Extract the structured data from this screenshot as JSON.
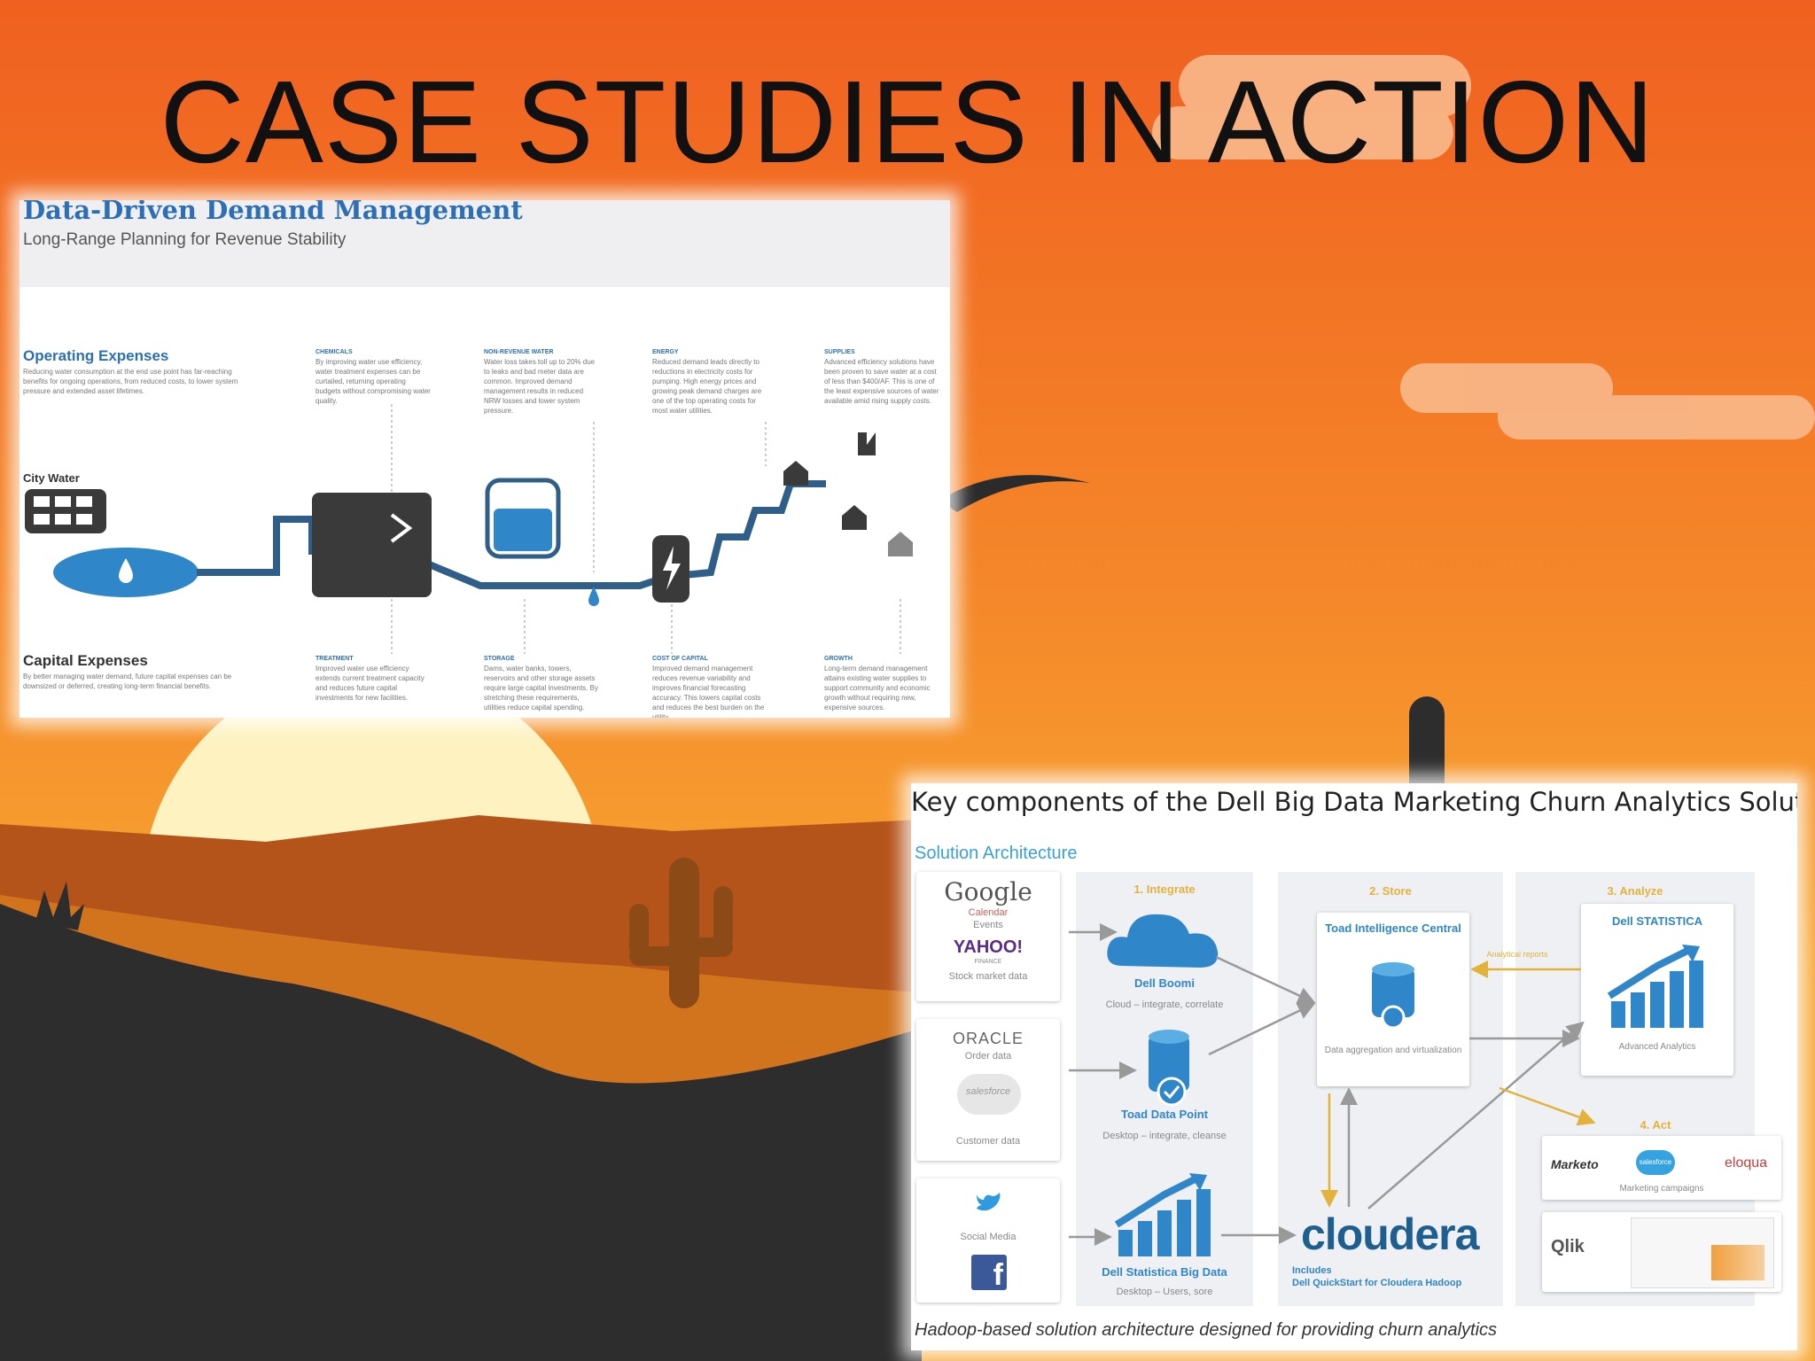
{
  "slide": {
    "title": "CASE STUDIES IN ACTION",
    "colors": {
      "sky_top": "#f0601f",
      "sky_mid": "#f5922a",
      "ground": "#2b2b2b",
      "hills": "#b85a17",
      "accent_blue": "#2f86c8"
    }
  },
  "panel1": {
    "title": "Data-Driven Demand Management",
    "subtitle": "Long-Range Planning for Revenue Stability",
    "operating_expenses": {
      "heading": "Operating Expenses",
      "text": "Reducing water consumption at the end use point has far-reaching benefits for ongoing operations, from reduced costs, to lower system pressure and extended asset lifetimes."
    },
    "capital_expenses": {
      "heading": "Capital Expenses",
      "text": "By better managing water demand, future capital expenses can be downsized or deferred, creating long-term financial benefits."
    },
    "city_water": "City Water",
    "top_notes": [
      {
        "head": "CHEMICALS",
        "text": "By improving water use efficiency, water treatment expenses can be curtailed, returning operating budgets without compromising water quality."
      },
      {
        "head": "NON-REVENUE WATER",
        "text": "Water loss takes toll up to 20% due to leaks and bad meter data are common. Improved demand management results in reduced NRW losses and lower system pressure."
      },
      {
        "head": "ENERGY",
        "text": "Reduced demand leads directly to reductions in electricity costs for pumping. High energy prices and growing peak demand charges are one of the top operating costs for most water utilities."
      },
      {
        "head": "SUPPLIES",
        "text": "Advanced efficiency solutions have been proven to save water at a cost of less than $400/AF. This is one of the least expensive sources of water available amid rising supply costs."
      }
    ],
    "bottom_notes": [
      {
        "head": "TREATMENT",
        "text": "Improved water use efficiency extends current treatment capacity and reduces future capital investments for new facilities."
      },
      {
        "head": "STORAGE",
        "text": "Dams, water banks, towers, reservoirs and other storage assets require large capital investments. By stretching these requirements, utilities reduce capital spending."
      },
      {
        "head": "COST OF CAPITAL",
        "text": "Improved demand management reduces revenue variability and improves financial forecasting accuracy. This lowers capital costs and reduces the best burden on the utility."
      },
      {
        "head": "GROWTH",
        "text": "Long-term demand management attains existing water supplies to support community and economic growth without requiring new, expensive sources."
      }
    ],
    "icons": [
      "water-drop-icon",
      "share-icon",
      "tank-icon",
      "lightning-icon",
      "house-icon",
      "factory-icon"
    ]
  },
  "panel2": {
    "title": "Key components of the Dell Big Data Marketing Churn Analytics Solution",
    "subtitle": "Solution Architecture",
    "stages": [
      "1. Integrate",
      "2. Store",
      "3. Analyze",
      "4. Act"
    ],
    "sources": [
      {
        "name": "Google",
        "sub1": "Calendar",
        "sub2": "Events"
      },
      {
        "name": "YAHOO!",
        "sub1": "FINANCE",
        "sub2": "Stock market data"
      },
      {
        "name": "ORACLE",
        "sub2": "Order data"
      },
      {
        "name": "salesforce",
        "sub2": "Customer data"
      },
      {
        "name": "Social Media"
      }
    ],
    "integrate": [
      {
        "name": "Dell Boomi",
        "sub": "Cloud – integrate, correlate"
      },
      {
        "name": "Toad Data Point",
        "sub": "Desktop – integrate, cleanse"
      },
      {
        "name": "Dell Statistica Big Data",
        "sub": "Desktop – Users, sore"
      }
    ],
    "store": {
      "name": "Toad Intelligence Central",
      "sub": "Data aggregation and virtualization",
      "cloudera": "cloudera",
      "includes": "Includes",
      "includes_sub": "Dell QuickStart for Cloudera Hadoop"
    },
    "analyze": {
      "name": "Dell STATISTICA",
      "sub": "Advanced Analytics",
      "arrow_label": "Analytical reports"
    },
    "act": {
      "tools": [
        "Marketo",
        "salesforce",
        "eloqua"
      ],
      "sub": "Marketing campaigns",
      "qlik": "Qlik"
    },
    "caption": "Hadoop-based solution architecture designed for providing churn analytics"
  }
}
